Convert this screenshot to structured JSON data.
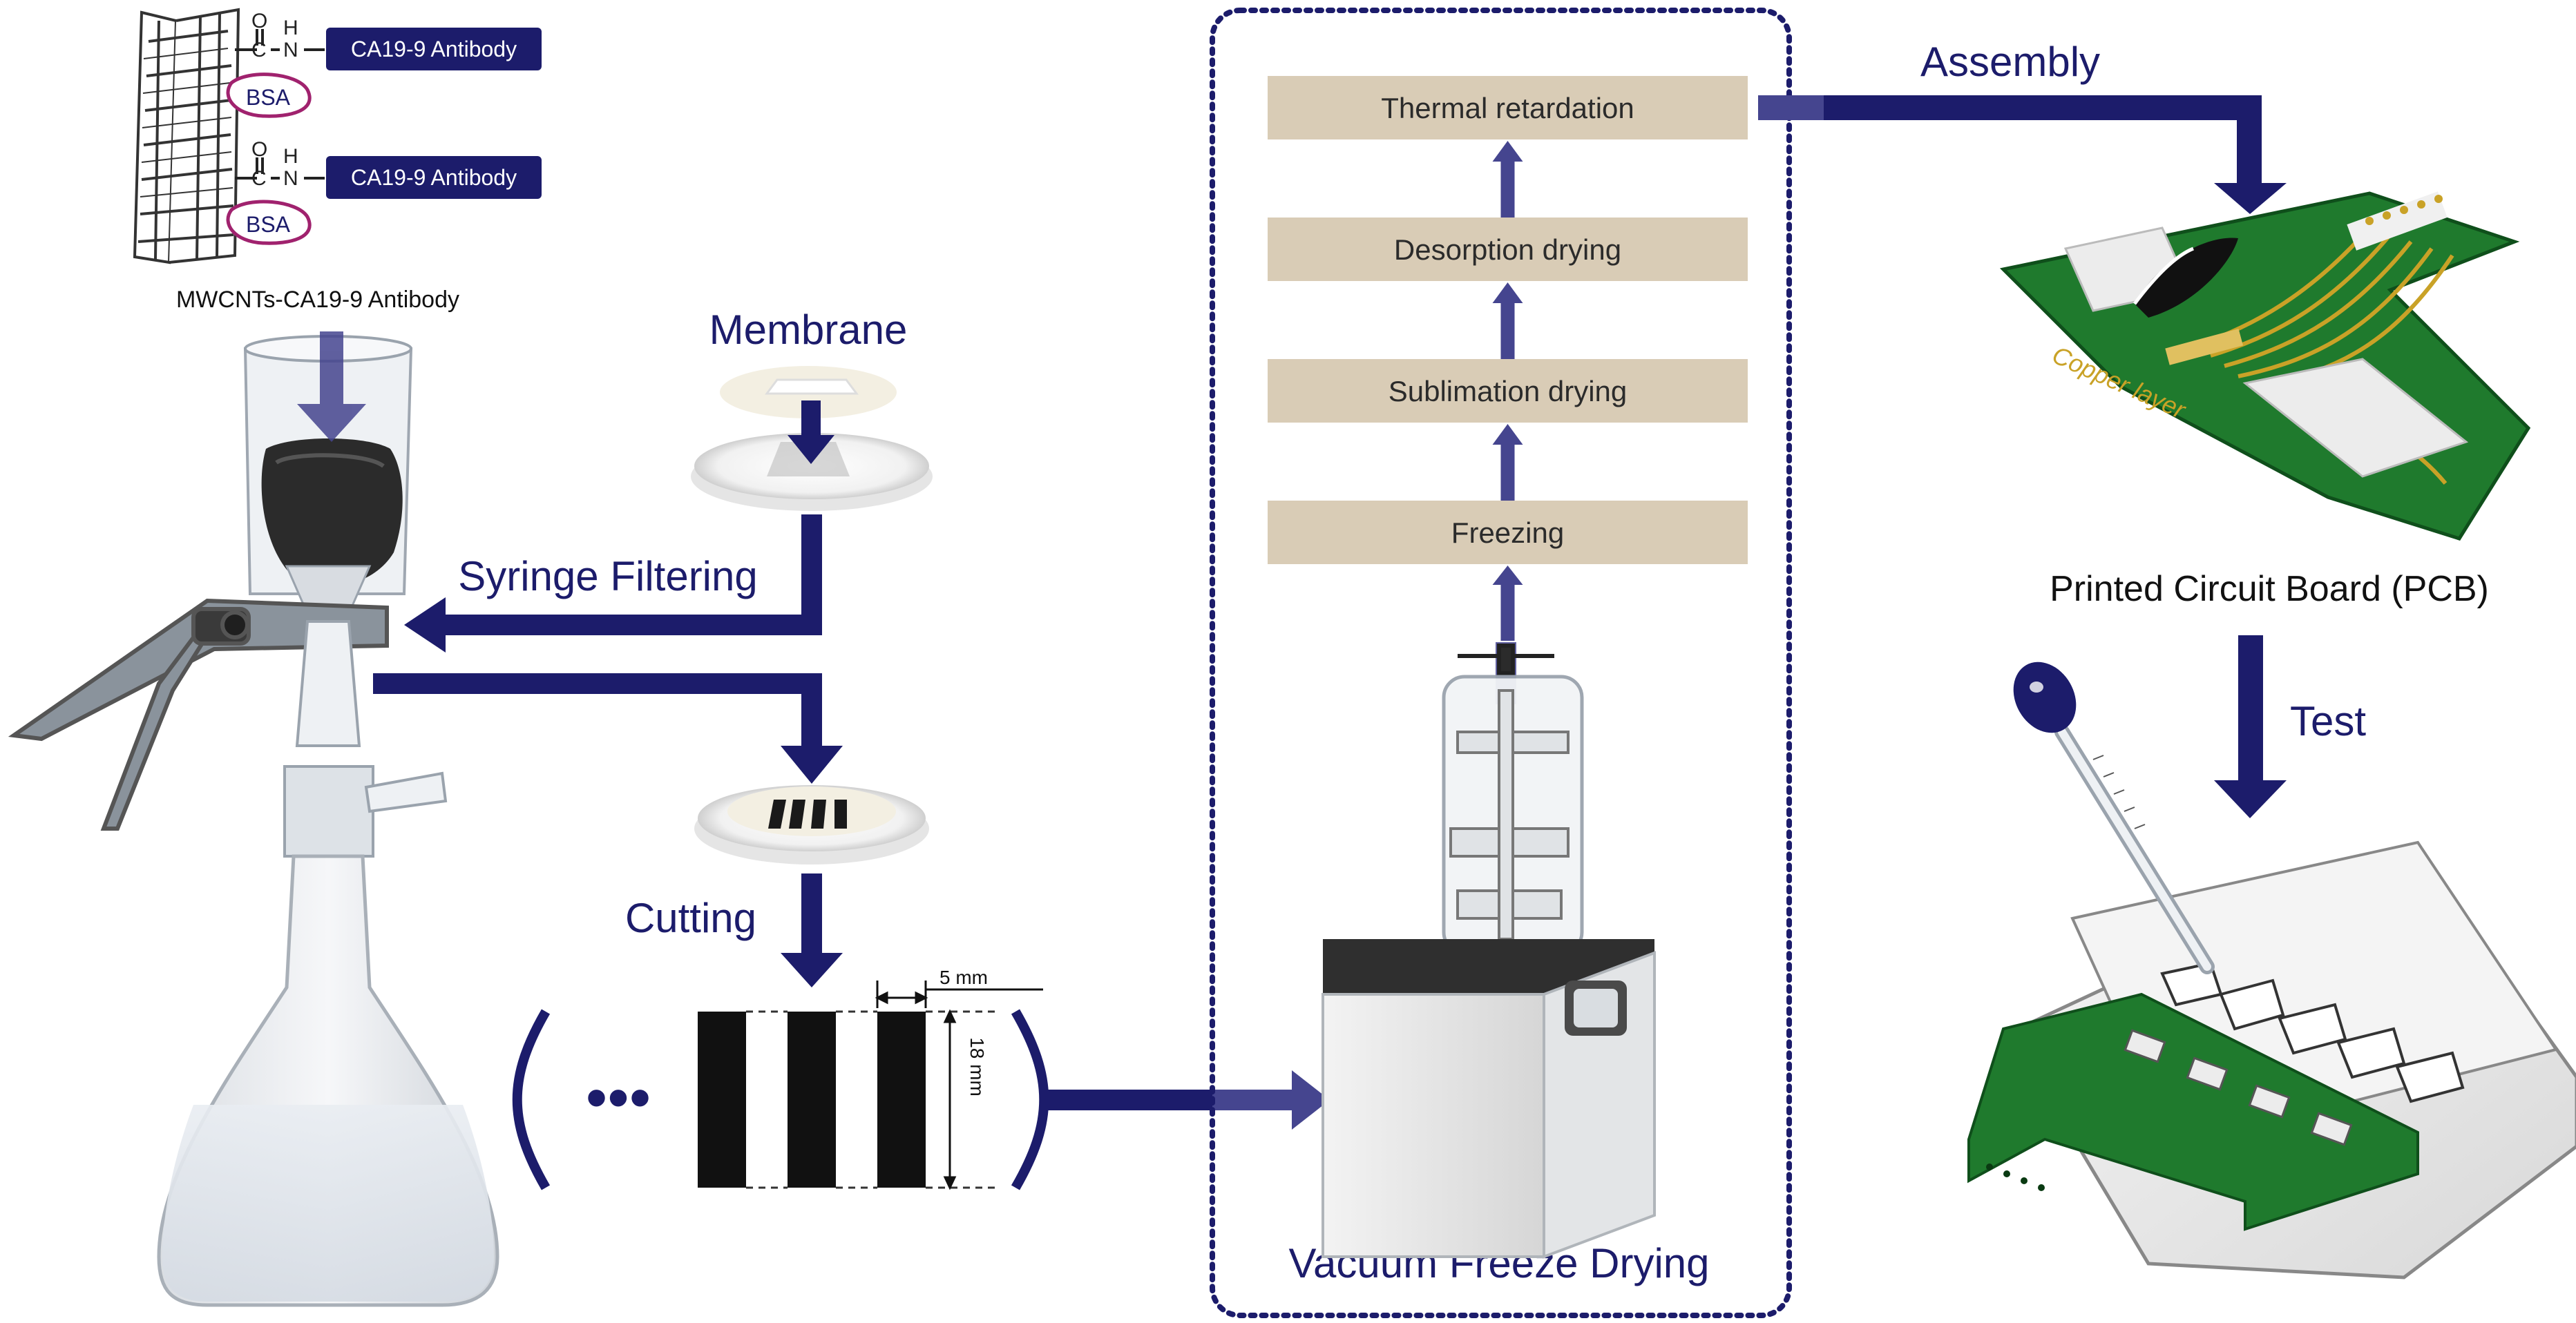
{
  "colors": {
    "navy": "#1c1c6b",
    "arrow_light": "#45458f",
    "step_box": "#d9ccb6",
    "step_text": "#2b2b2b",
    "antibody_box": "#1c1c6b",
    "bsa_outline": "#a0226e",
    "pcb_green": "#1f7a2d",
    "copper": "#c9a227",
    "dashed_frame": "#1c1c6b"
  },
  "icons": [
    "nanotube-icon",
    "bsa-loop-icon",
    "filter-funnel-icon",
    "clamp-icon",
    "erlenmeyer-flask-icon",
    "membrane-disc-icon",
    "cut-membrane-disc-icon",
    "freeze-dryer-icon",
    "pcb-board-icon",
    "pipette-icon",
    "test-device-icon"
  ],
  "conjugate": {
    "chem_O": "O",
    "chem_C": "C",
    "chem_N": "N",
    "chem_H": "H",
    "antibody_label_1": "CA19-9 Antibody",
    "antibody_label_2": "CA19-9 Antibody",
    "bsa_label_1": "BSA",
    "bsa_label_2": "BSA",
    "caption": "MWCNTs-CA19-9 Antibody"
  },
  "membrane_label": "Membrane",
  "syringe_label": "Syringe Filtering",
  "cutting_label": "Cutting",
  "strips": {
    "ellipsis": "•••",
    "width_dim": "5 mm",
    "height_dim": "18 mm"
  },
  "freeze": {
    "title": "Vacuum Freeze Drying",
    "steps": [
      "Thermal retardation",
      "Desorption drying",
      "Sublimation drying",
      "Freezing"
    ]
  },
  "assembly_label": "Assembly",
  "pcb": {
    "copper_label": "Copper layer",
    "caption": "Printed Circuit Board (PCB)"
  },
  "test_label": "Test"
}
